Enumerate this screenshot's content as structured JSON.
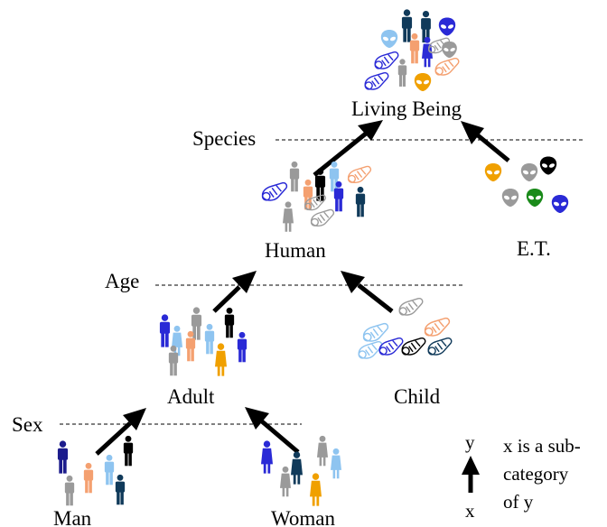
{
  "nodes": {
    "living_being": "Living Being",
    "human": "Human",
    "et": "E.T.",
    "adult": "Adult",
    "child": "Child",
    "man": "Man",
    "woman": "Woman"
  },
  "levels": {
    "species": "Species",
    "age": "Age",
    "sex": "Sex"
  },
  "legend": {
    "y": "y",
    "x": "x",
    "line1": "x is a sub-",
    "line2": "category",
    "line3": "of y"
  },
  "colors": {
    "navy": "#1c1c8c",
    "blue": "#2a2ad6",
    "light_blue": "#8ec4f0",
    "orange_light": "#f4a070",
    "gold": "#f0a000",
    "gray": "#9a9a9a",
    "dark_teal": "#103a5a",
    "black": "#000000",
    "green": "#1a8a1a"
  }
}
